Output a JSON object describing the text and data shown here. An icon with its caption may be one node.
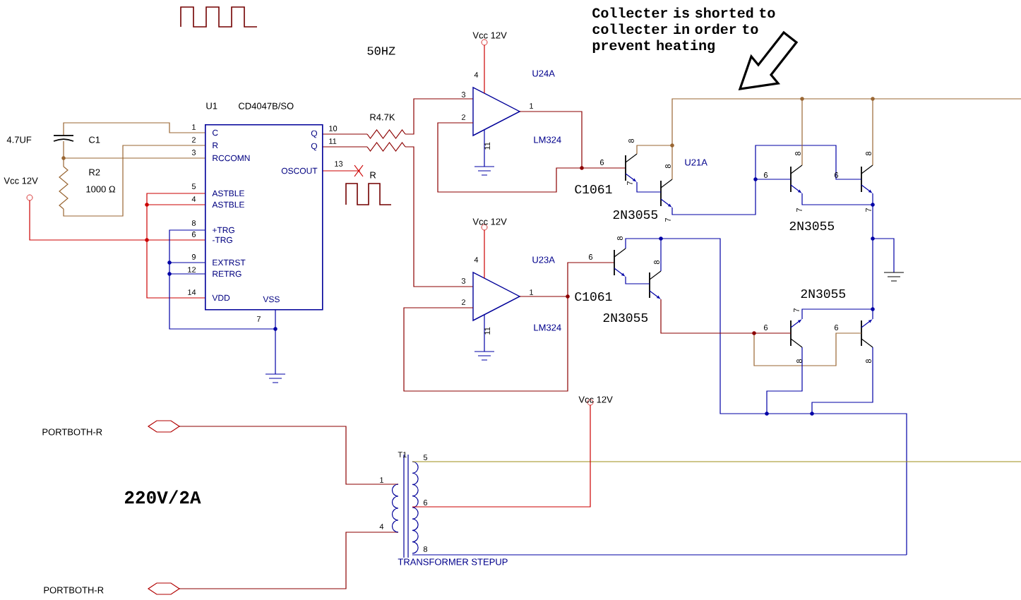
{
  "diagram": {
    "nodes": [
      {
        "text": [
          "Collecter is shorted to collecter in order to prevent heating"
        ]
      },
      {
        "text": [
          "C",
          "R",
          "RCCOMN",
          "Q",
          "Q",
          "OSCOUT",
          "ASTBLE",
          "ASTBLE",
          "+TRG",
          "-TRG",
          "EXTRST",
          "RETRG",
          "VDD",
          "VSS"
        ]
      }
    ],
    "labels": [
      "50HZ",
      "U1",
      "CD4047B/SO",
      "4.7UF",
      "C1",
      "R2",
      "1000 Ω",
      "Vcc 12V",
      "1",
      "2",
      "3",
      "5",
      "4",
      "8",
      "6",
      "9",
      "12",
      "14",
      "7",
      "10",
      "11",
      "13",
      "R4.7K",
      "R",
      "Vcc 12V",
      "4",
      "U24A",
      "3",
      "2",
      "1",
      "11",
      "LM324",
      "6",
      "C1061",
      "U21A",
      "2N3055",
      "8",
      "7",
      "8",
      "7",
      "6",
      "8",
      "7",
      "6",
      "8",
      "7",
      "2N3055",
      "Vcc 12V",
      "4",
      "U23A",
      "3",
      "2",
      "1",
      "11",
      "LM324",
      "6",
      "8",
      "C1061",
      "8",
      "2N3055",
      "2N3055",
      "7",
      "6",
      "8",
      "6",
      "8",
      "T1",
      "1",
      "4",
      "5",
      "6",
      "8",
      "TRANSFORMER STEPUP",
      "PORTBOTH-R",
      "220V/2A",
      "PORTBOTH-R",
      "Vcc 12V"
    ]
  }
}
